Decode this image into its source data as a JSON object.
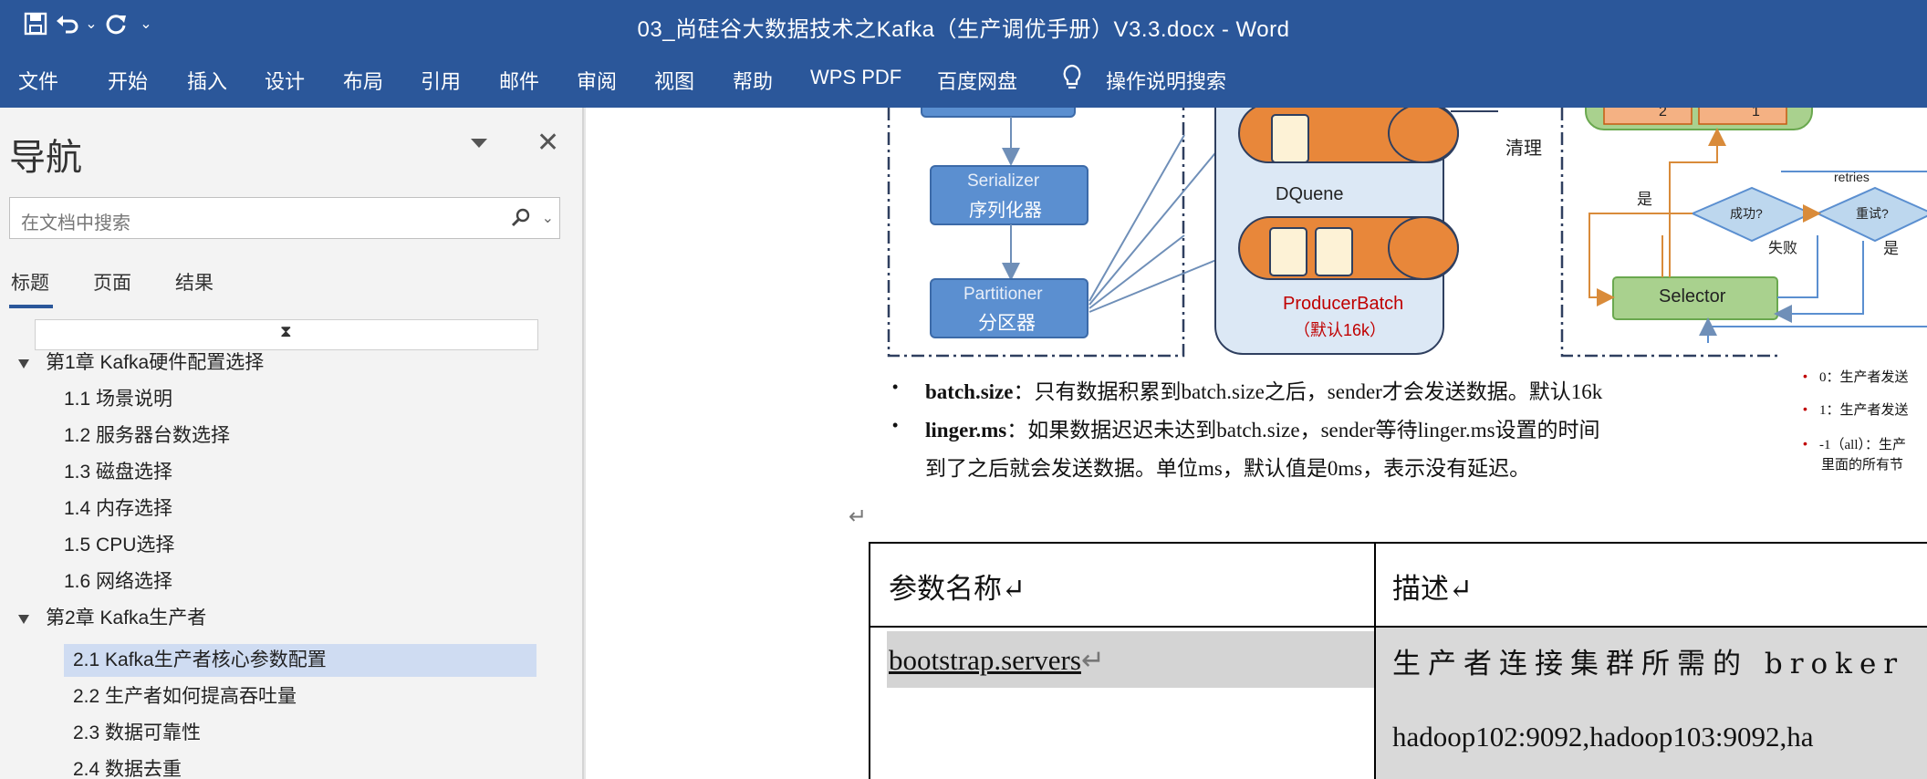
{
  "titlebar": {
    "title": "03_尚硅谷大数据技术之Kafka（生产调优手册）V3.3.docx  -  Word",
    "quick_access": {
      "save_icon": "save-icon",
      "undo_icon": "undo-icon",
      "undo_dropdown": "⌄",
      "redo_icon": "redo-icon",
      "customize_glyph": "⌄"
    }
  },
  "ribbon": {
    "tabs": [
      "文件",
      "开始",
      "插入",
      "设计",
      "布局",
      "引用",
      "邮件",
      "审阅",
      "视图",
      "帮助",
      "WPS PDF",
      "百度网盘"
    ],
    "tell_me": "操作说明搜索"
  },
  "nav": {
    "title": "导航",
    "close": "✕",
    "search_placeholder": "在文档中搜索",
    "tabs": [
      "标题",
      "页面",
      "结果"
    ],
    "active_tab": "标题",
    "collapse_glyph": "⧗",
    "headings": [
      {
        "text": "第1章 Kafka硬件配置选择",
        "level": 1,
        "expanded": true
      },
      {
        "text": "1.1 场景说明",
        "level": 2
      },
      {
        "text": "1.2 服务器台数选择",
        "level": 2
      },
      {
        "text": "1.3 磁盘选择",
        "level": 2
      },
      {
        "text": "1.4 内存选择",
        "level": 2
      },
      {
        "text": "1.5 CPU选择",
        "level": 2
      },
      {
        "text": "1.6 网络选择",
        "level": 2
      },
      {
        "text": "第2章 Kafka生产者",
        "level": 1,
        "expanded": true
      },
      {
        "text": "2.1 Kafka生产者核心参数配置",
        "level": 2,
        "selected": true
      },
      {
        "text": "2.2 生产者如何提高吞吐量",
        "level": 2
      },
      {
        "text": "2.3 数据可靠性",
        "level": 2
      },
      {
        "text": "2.4 数据去重",
        "level": 2
      }
    ]
  },
  "diagram": {
    "serializer_en": "Serializer",
    "serializer_cn": "序列化器",
    "partitioner_en": "Partitioner",
    "partitioner_cn": "分区器",
    "dqueue": "DQuene",
    "producer_batch": "ProducerBatch",
    "batch_default": "（默认16k）",
    "cleanup": "清理",
    "q_num_2": "2",
    "q_num_1": "1",
    "yes1": "是",
    "success": "成功?",
    "fail": "失败",
    "retries": "retries",
    "retry": "重试?",
    "yes2": "是",
    "selector": "Selector"
  },
  "body": {
    "bullet1_key": "batch.size",
    "bullet1_text": "：只有数据积累到batch.size之后，sender才会发送数据。默认16k",
    "bullet2_key": "linger.ms",
    "bullet2_text": "：如果数据迟迟未达到batch.size，sender等待linger.ms设置的时间",
    "bullet2_cont": "到了之后就会发送数据。单位ms，默认值是0ms，表示没有延迟。",
    "acks_0": "0：生产者发送",
    "acks_1": "1：生产者发送",
    "acks_all": "-1（all）：生产",
    "acks_all_cont": "里面的所有节",
    "return_mark": "↵"
  },
  "table": {
    "header_param": "参数名称↵",
    "header_desc": "描述↵",
    "row1_param": "bootstrap.servers",
    "row1_param_mark": "↵",
    "row1_desc_line1": "生产者连接集群所需的  broker",
    "row1_desc_line2": "hadoop102:9092,hadoop103:9092,ha"
  }
}
